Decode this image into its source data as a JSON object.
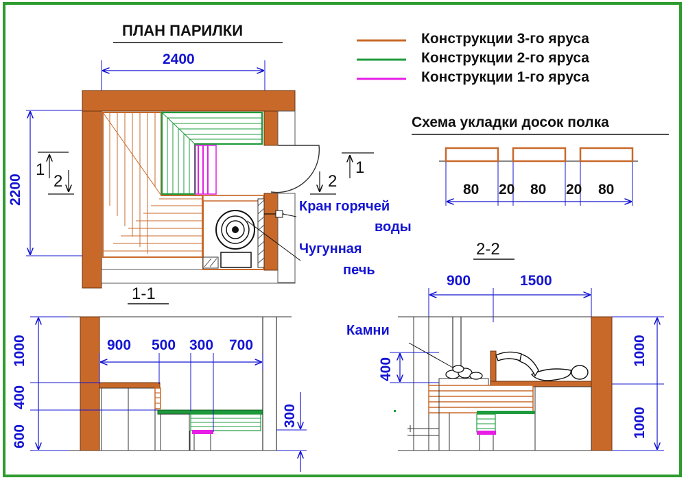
{
  "colors": {
    "frame": "#2e9b2e",
    "tier3": "#c8692a",
    "tier2": "#1e9b3c",
    "tier1": "#e61ee6",
    "dimension": "#1414d2"
  },
  "plan": {
    "title": "ПЛАН ПАРИЛКИ",
    "width_dim": "2400",
    "height_dim": "2200",
    "section_mark_left_1": "1",
    "section_mark_left_2": "2",
    "section_mark_right_2": "2",
    "section_mark_right_1": "1",
    "label_tap": "Кран горячей воды",
    "label_tap_line1": "Кран горячей",
    "label_tap_line2": "воды",
    "label_stove_line1": "Чугунная",
    "label_stove_line2": "печь"
  },
  "legend": {
    "items": [
      {
        "label": "Конструкции 3-го яруса",
        "color": "#c8692a"
      },
      {
        "label": "Конструкции 2-го яруса",
        "color": "#1e9b3c"
      },
      {
        "label": "Конструкции 1-го яруса",
        "color": "#e61ee6"
      }
    ]
  },
  "boards": {
    "title": "Схема укладки досок полка",
    "dims": [
      "80",
      "20",
      "80",
      "20",
      "80"
    ]
  },
  "section11": {
    "title": "1-1",
    "top_dims": [
      "900",
      "500",
      "300",
      "700"
    ],
    "left_dims": [
      "1000",
      "400",
      "600"
    ],
    "right_dim": "300"
  },
  "section22": {
    "title": "2-2",
    "top_dims": [
      "900",
      "1500"
    ],
    "left_dim": "400",
    "right_dims": [
      "1000",
      "1000"
    ],
    "label_stones": "Камни"
  }
}
